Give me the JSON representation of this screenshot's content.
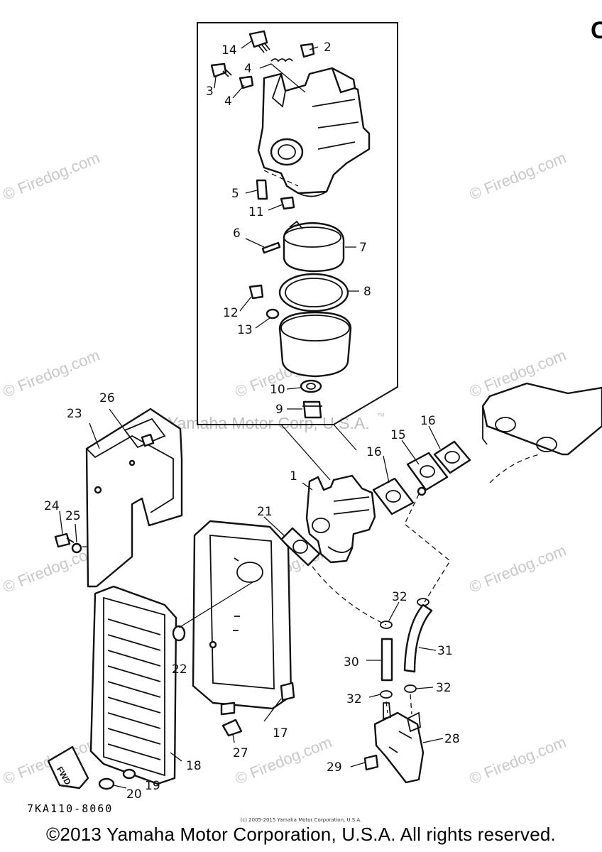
{
  "diagram": {
    "code": "7KA110-8060",
    "corner_glyph": "C",
    "faint_caption": "Yamaha Motor Corp, U.S.A.",
    "tm_mark": "™",
    "copyright_small": "(c) 2005-2015 Yamaha Motor Corporation, U.S.A.",
    "copyright": "©2013 Yamaha Motor Corporation, U.S.A. All rights reserved.",
    "watermark": "© Firedog.com",
    "fwd_label": "FWD",
    "callouts": {
      "c1": "1",
      "c2": "2",
      "c3": "3",
      "c4a": "4",
      "c4b": "4",
      "c5": "5",
      "c6": "6",
      "c7": "7",
      "c8": "8",
      "c9": "9",
      "c10": "10",
      "c11": "11",
      "c12": "12",
      "c13": "13",
      "c14": "14",
      "c15": "15",
      "c16a": "16",
      "c16b": "16",
      "c17": "17",
      "c18": "18",
      "c19": "19",
      "c20": "20",
      "c21": "21",
      "c22": "22",
      "c23": "23",
      "c24": "24",
      "c25": "25",
      "c26": "26",
      "c27": "27",
      "c28": "28",
      "c29": "29",
      "c30": "30",
      "c31": "31",
      "c32a": "32",
      "c32b": "32",
      "c32c": "32"
    }
  }
}
